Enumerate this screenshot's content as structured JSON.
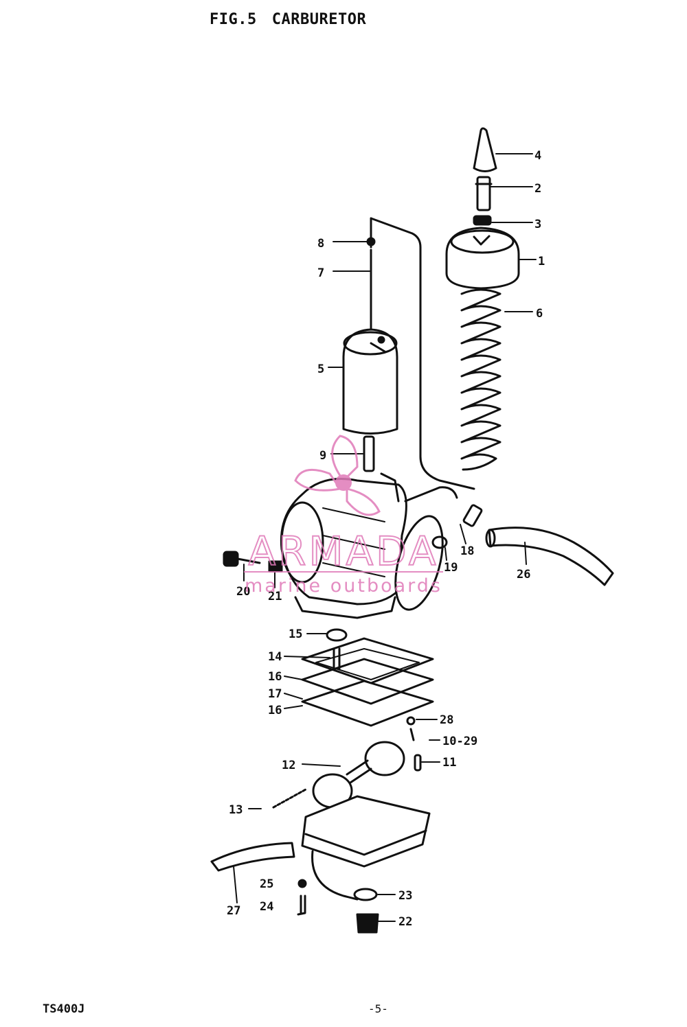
{
  "figure": {
    "number": "FIG.5",
    "title": "CARBURETOR"
  },
  "parts": [
    {
      "callout": "1"
    },
    {
      "callout": "2"
    },
    {
      "callout": "3"
    },
    {
      "callout": "4"
    },
    {
      "callout": "5"
    },
    {
      "callout": "6"
    },
    {
      "callout": "7"
    },
    {
      "callout": "8"
    },
    {
      "callout": "9"
    },
    {
      "callout": "10-29"
    },
    {
      "callout": "11"
    },
    {
      "callout": "12"
    },
    {
      "callout": "13"
    },
    {
      "callout": "14"
    },
    {
      "callout": "15"
    },
    {
      "callout": "16"
    },
    {
      "callout": "16"
    },
    {
      "callout": "17"
    },
    {
      "callout": "18"
    },
    {
      "callout": "19"
    },
    {
      "callout": "20"
    },
    {
      "callout": "21"
    },
    {
      "callout": "22"
    },
    {
      "callout": "23"
    },
    {
      "callout": "24"
    },
    {
      "callout": "25"
    },
    {
      "callout": "26"
    },
    {
      "callout": "27"
    },
    {
      "callout": "28"
    }
  ],
  "watermark": {
    "brand": "ARMADA",
    "tagline": "marine outboards",
    "color": "#e07ab8"
  },
  "footer": {
    "model": "TS400J",
    "page": "-5-"
  }
}
